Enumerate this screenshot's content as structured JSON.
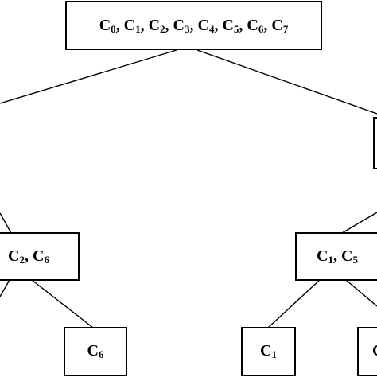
{
  "colors": {
    "line": "#000000",
    "box_fill": "#ffffff",
    "background": "#ffffff"
  },
  "nodes": {
    "root": [
      {
        "base": "C",
        "sub": "0"
      },
      {
        "base": "C",
        "sub": "1"
      },
      {
        "base": "C",
        "sub": "2"
      },
      {
        "base": "C",
        "sub": "3"
      },
      {
        "base": "C",
        "sub": "4"
      },
      {
        "base": "C",
        "sub": "5"
      },
      {
        "base": "C",
        "sub": "6"
      },
      {
        "base": "C",
        "sub": "7"
      }
    ],
    "left_mid": [
      {
        "base": "C",
        "sub": "2"
      },
      {
        "base": "C",
        "sub": "6"
      }
    ],
    "right_mid": [
      {
        "base": "C",
        "sub": "1"
      },
      {
        "base": "C",
        "sub": "5"
      }
    ],
    "leaf_left": [
      {
        "base": "C",
        "sub": "6"
      }
    ],
    "leaf_right": [
      {
        "base": "C",
        "sub": "1"
      }
    ],
    "leaf_edge": [
      {
        "base": "C",
        "sub": ""
      }
    ]
  }
}
